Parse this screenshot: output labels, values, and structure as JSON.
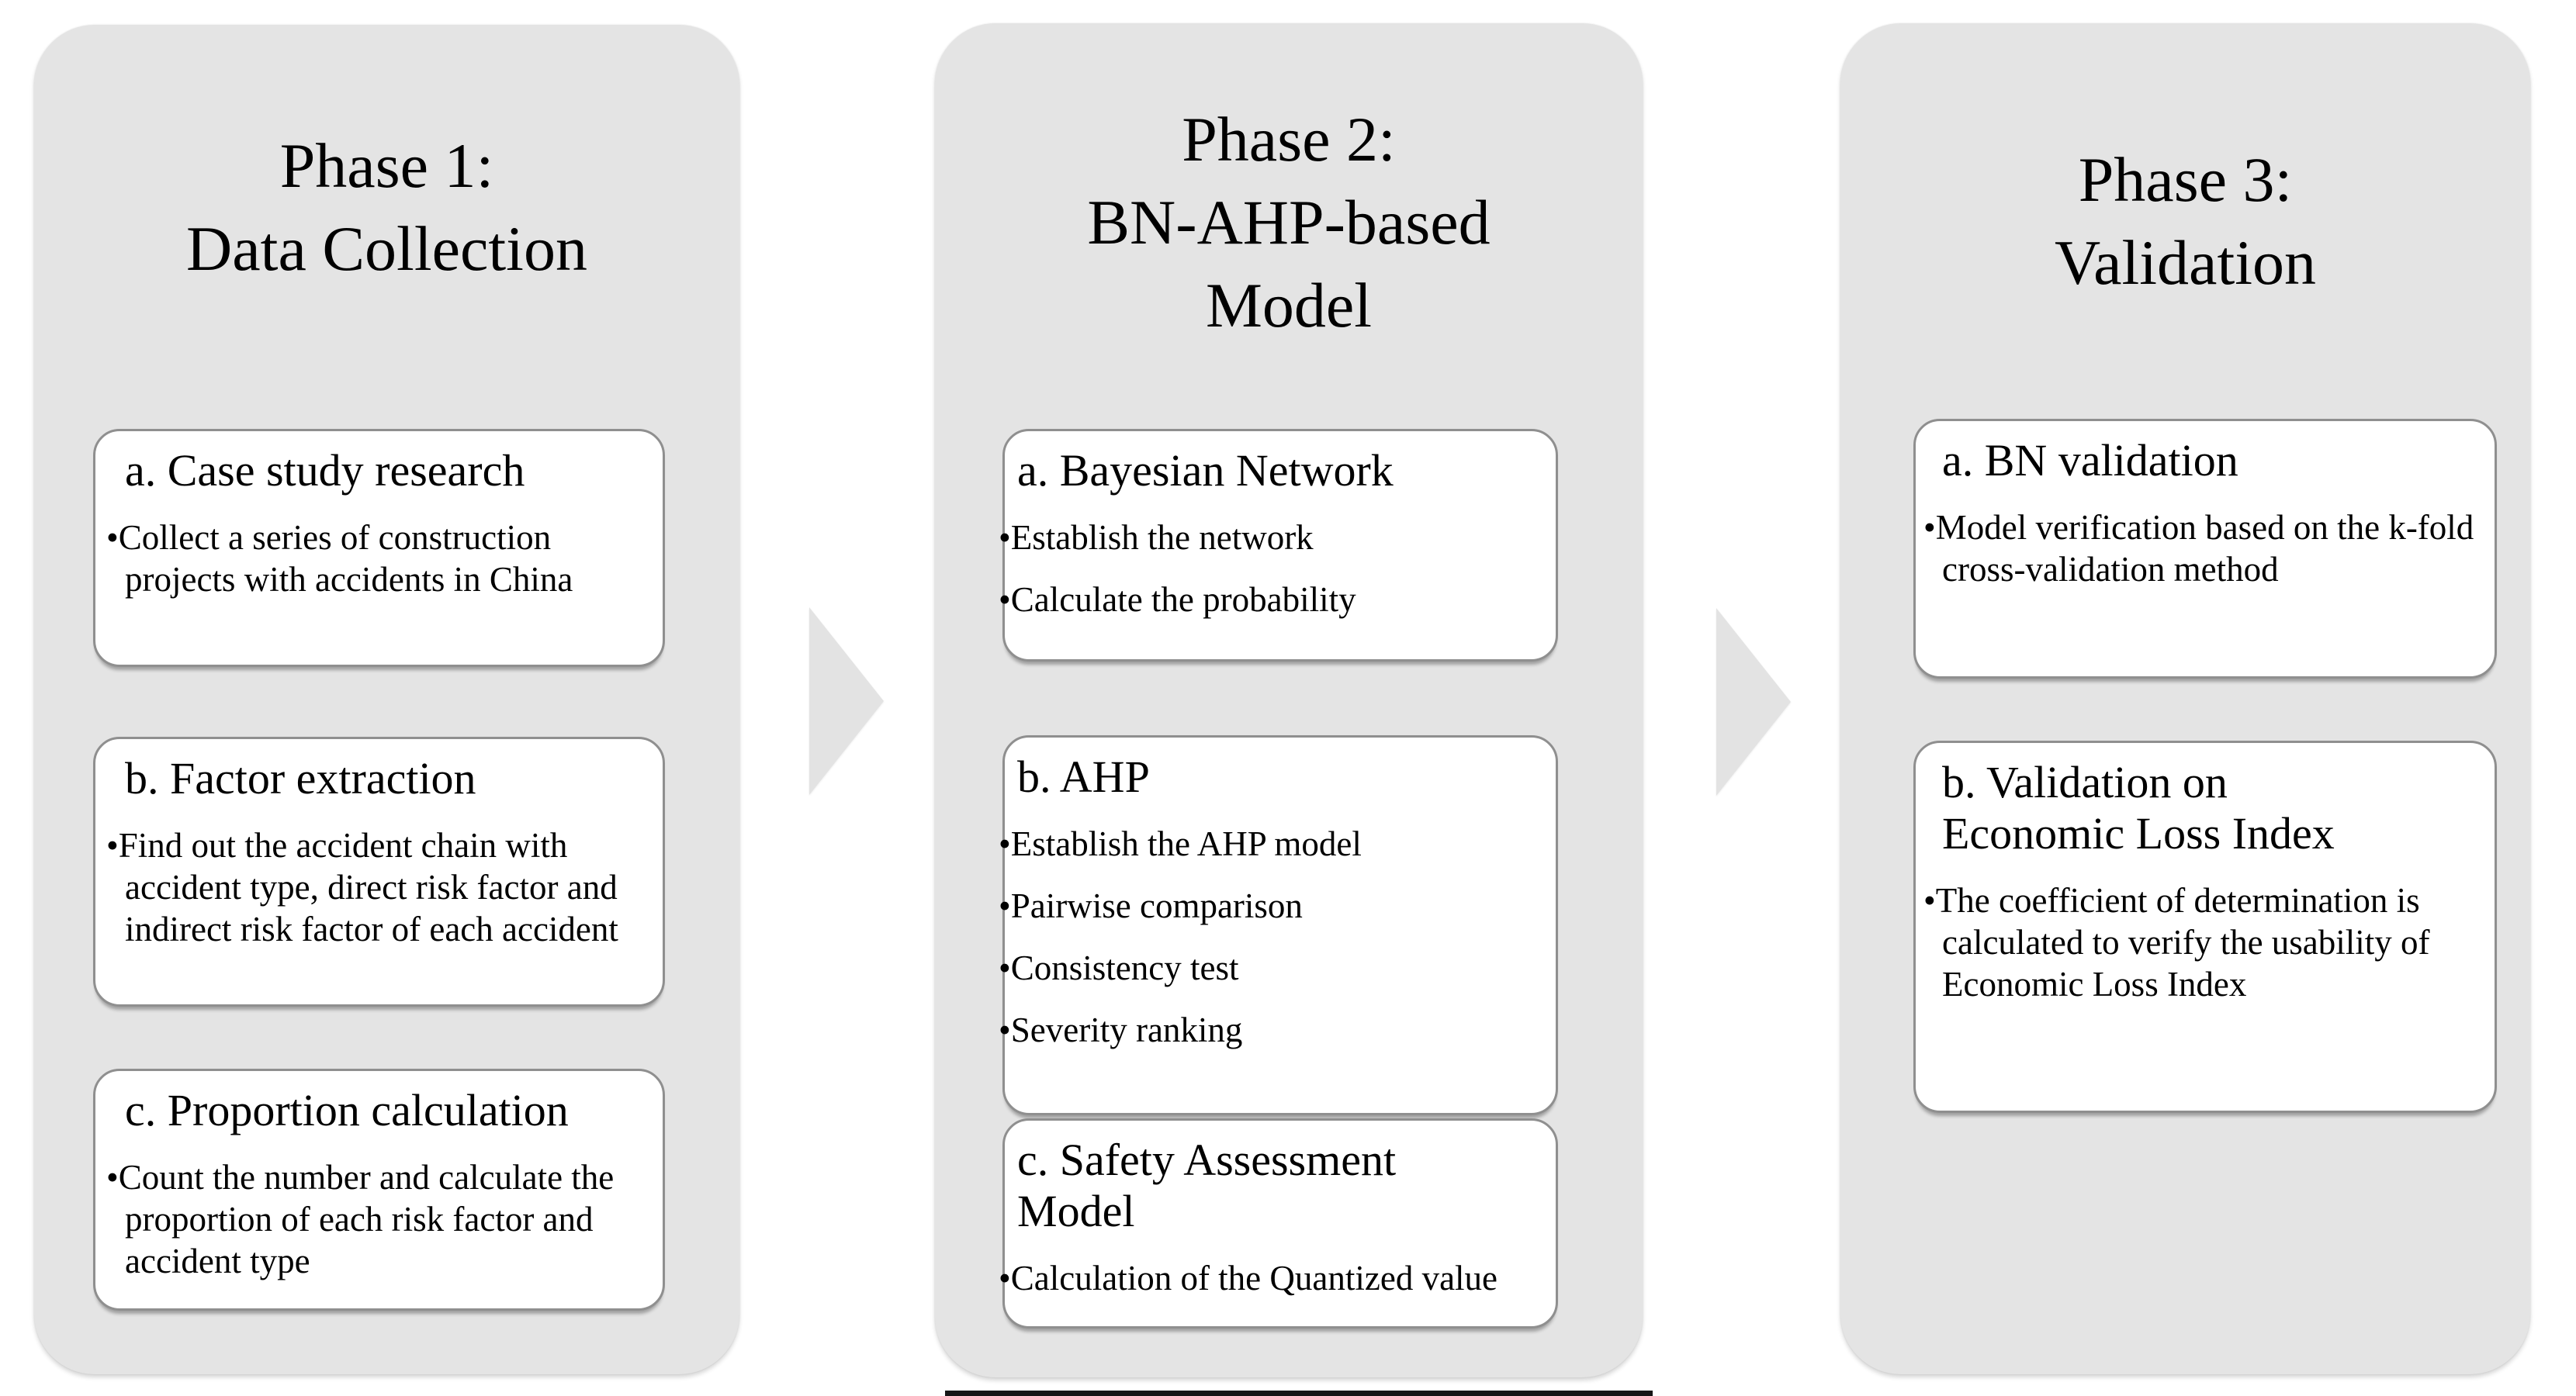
{
  "phases": [
    {
      "title_lines": [
        "Phase 1:",
        "Data Collection"
      ],
      "boxes": [
        {
          "heading": "a. Case study research",
          "bullets": [
            "•Collect a series of construction projects with accidents in China"
          ]
        },
        {
          "heading": "b. Factor extraction",
          "bullets": [
            "•Find out the accident chain with accident type, direct risk factor and indirect risk factor of each accident"
          ]
        },
        {
          "heading": "c. Proportion calculation",
          "bullets": [
            "•Count the number and calculate the proportion of each risk factor and accident type"
          ]
        }
      ]
    },
    {
      "title_lines": [
        "Phase 2:",
        "BN-AHP-based",
        "Model"
      ],
      "boxes": [
        {
          "heading": "a. Bayesian Network",
          "bullets": [
            "•Establish the network",
            "•Calculate the probability"
          ]
        },
        {
          "heading": "b. AHP",
          "bullets": [
            "•Establish the AHP model",
            "•Pairwise comparison",
            "•Consistency test",
            "•Severity ranking"
          ]
        },
        {
          "heading": "c. Safety Assessment Model",
          "bullets": [
            "•Calculation of the Quantized value"
          ]
        }
      ]
    },
    {
      "title_lines": [
        "Phase 3:",
        "Validation"
      ],
      "boxes": [
        {
          "heading": "a. BN validation",
          "bullets": [
            "•Model verification based on the k-fold cross-validation method"
          ]
        },
        {
          "heading": "b. Validation on Economic Loss Index",
          "bullets": [
            "•The coefficient of determination is calculated to verify the usability of Economic Loss Index"
          ]
        }
      ]
    }
  ],
  "icons": {
    "arrow_between_phase_1_2": "right-pointing-triangle",
    "arrow_between_phase_2_3": "right-pointing-triangle"
  },
  "colors": {
    "page_bg": "#ffffff",
    "panel_bg": "#e4e4e4",
    "box_bg": "#ffffff",
    "box_border": "#8f8f8f",
    "text": "#000000",
    "arrow": "#e3e3e3",
    "bottom_edge": "#161616"
  }
}
